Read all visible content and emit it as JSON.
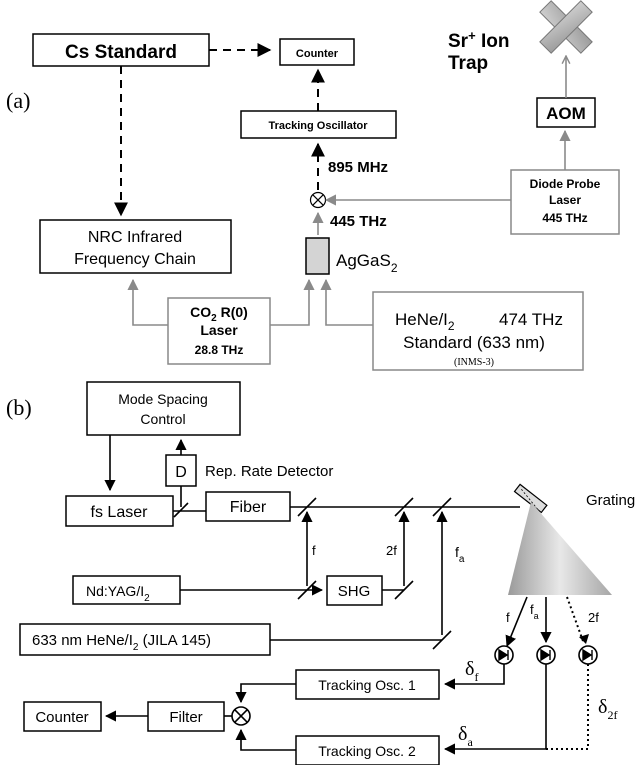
{
  "panel_a": {
    "label": "(a)",
    "cs_standard": "Cs Standard",
    "counter": "Counter",
    "tracking_oscillator": "Tracking Oscillator",
    "freq_895": "895  MHz",
    "freq_445": "445  THz",
    "crystal": "AgGaS",
    "crystal_sub": "2",
    "nrc_line1": "NRC Infrared",
    "nrc_line2": "Frequency Chain",
    "co2_line1a": "CO",
    "co2_line1_sub": "2",
    "co2_line1b": " R(0)",
    "co2_line2": "Laser",
    "co2_line3": "28.8  THz",
    "hene_line1a": "HeNe/I",
    "hene_line1_sub": "2",
    "hene_line1b": "474  THz",
    "hene_line2": "Standard  (633 nm)",
    "hene_line3": "(INMS-3)",
    "diode_line1": "Diode Probe",
    "diode_line2": "Laser",
    "diode_line3": "445  THz",
    "aom": "AOM",
    "sr_line1a": "Sr",
    "sr_line1_sup": "+",
    "sr_line1b": " Ion",
    "sr_line2": "Trap"
  },
  "panel_b": {
    "label": "(b)",
    "mode_line1": "Mode Spacing",
    "mode_line2": "Control",
    "detector_box": "D",
    "rep_rate": "Rep. Rate Detector",
    "fs_laser": "fs Laser",
    "fiber": "Fiber",
    "grating": "Grating",
    "f": "f",
    "two_f": "2f",
    "f_a": "f",
    "f_a_sub": "a",
    "ndyag_a": "Nd:YAG/I",
    "ndyag_sub": "2",
    "shg": "SHG",
    "hene_a": "633 nm HeNe/I",
    "hene_sub": "2",
    "hene_b": " (JILA 145)",
    "det_f": "f",
    "det_fa": "f",
    "det_fa_sub": "a",
    "det_2f": "2f",
    "delta_f": "δ",
    "delta_f_sub": "f",
    "delta_a": "δ",
    "delta_a_sub": "a",
    "delta_2f": "δ",
    "delta_2f_sub": "2f",
    "tracking1": "Tracking Osc. 1",
    "tracking2": "Tracking Osc. 2",
    "filter": "Filter",
    "counter": "Counter"
  }
}
